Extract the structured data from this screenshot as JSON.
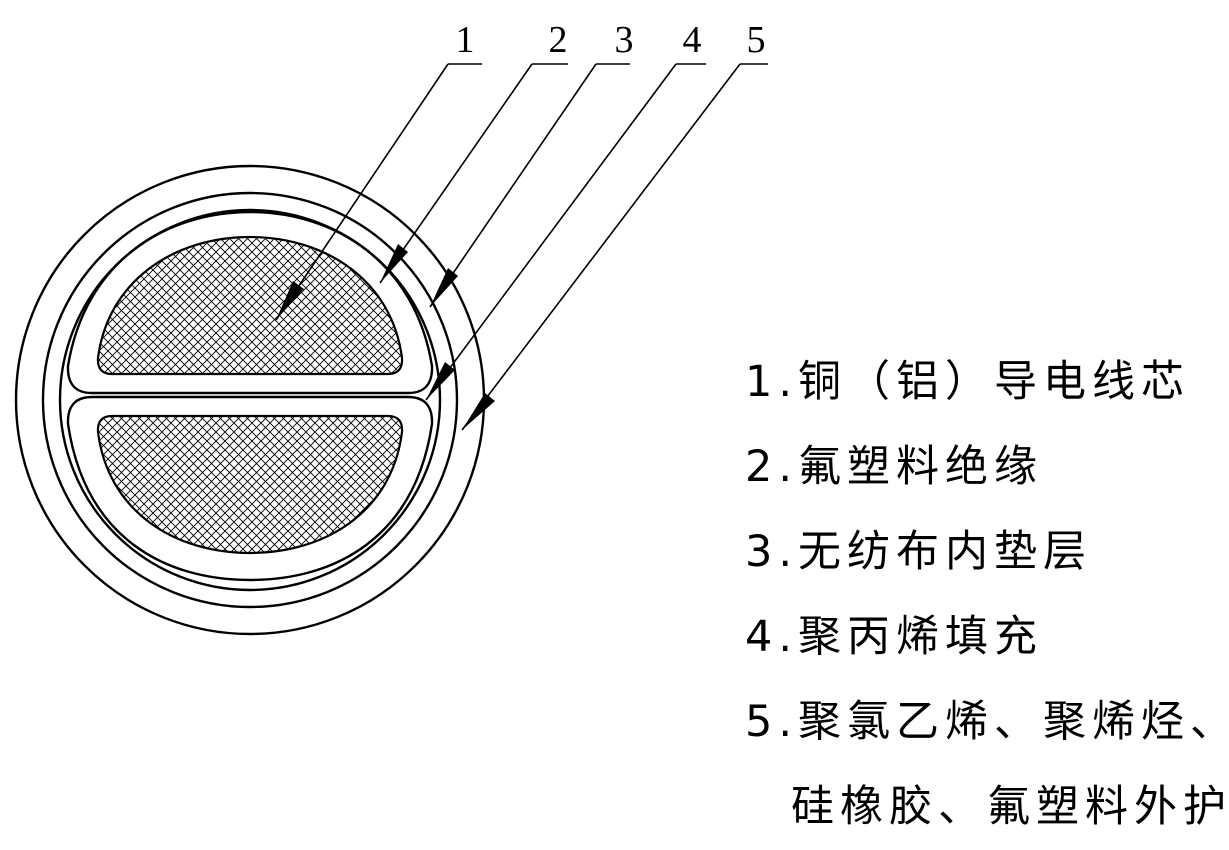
{
  "callouts": [
    {
      "number": "1",
      "target": "conductor"
    },
    {
      "number": "2",
      "target": "insulation"
    },
    {
      "number": "3",
      "target": "inner-liner"
    },
    {
      "number": "4",
      "target": "filler"
    },
    {
      "number": "5",
      "target": "outer-sheath"
    }
  ],
  "legend": {
    "item1": "1.铜（铝）导电线芯",
    "item2": "2.氟塑料绝缘",
    "item3": "3.无纺布内垫层",
    "item4": "4.聚丙烯填充",
    "item5_line1": "5.聚氯乙烯、聚烯烃、",
    "item5_line2": "硅橡胶、氟塑料外护套"
  },
  "colors": {
    "line": "#000000",
    "background": "#ffffff"
  }
}
